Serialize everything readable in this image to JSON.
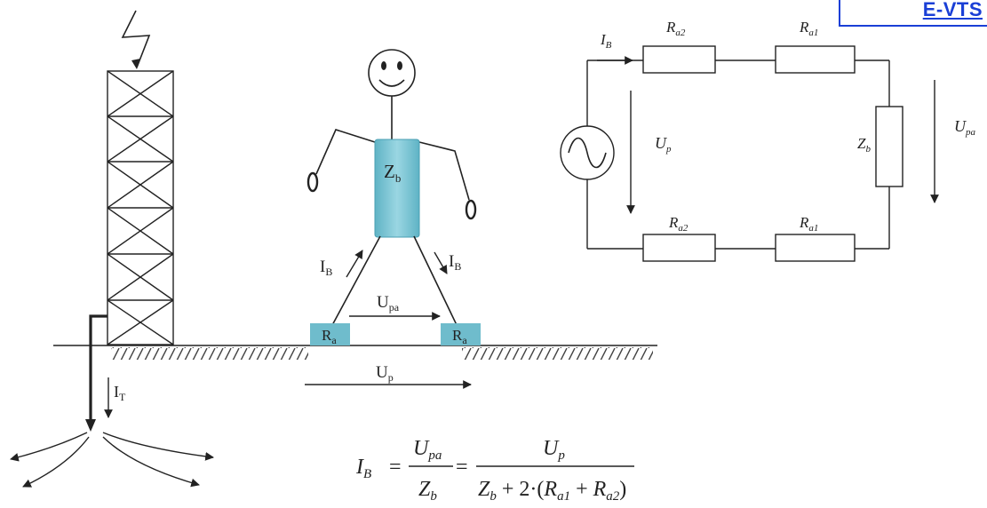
{
  "logo": {
    "text": "E-VTS"
  },
  "figure": {
    "body_impedance": "Z",
    "body_impedance_sub": "b",
    "current_left": "I",
    "current_left_sub": "B",
    "current_right": "I",
    "current_right_sub": "B",
    "step_voltage": "U",
    "step_voltage_sub": "pa",
    "foot_left": "R",
    "foot_left_sub": "a",
    "foot_right": "R",
    "foot_right_sub": "a",
    "ground_voltage": "U",
    "ground_voltage_sub": "p",
    "earth_current": "I",
    "earth_current_sub": "T"
  },
  "circuit": {
    "source_current": "I",
    "source_current_sub": "B",
    "r_top_left": "R",
    "r_top_left_sub": "a2",
    "r_top_right": "R",
    "r_top_right_sub": "a1",
    "r_bottom_left": "R",
    "r_bottom_left_sub": "a2",
    "r_bottom_right": "R",
    "r_bottom_right_sub": "a1",
    "z_body": "Z",
    "z_body_sub": "b",
    "u_source": "U",
    "u_source_sub": "p",
    "u_body": "U",
    "u_body_sub": "pa"
  },
  "formula": {
    "lhs": "I",
    "lhs_sub": "B",
    "eq1": "=",
    "frac1_num": "U",
    "frac1_num_sub": "pa",
    "frac1_den": "Z",
    "frac1_den_sub": "b",
    "eq2": "=",
    "frac2_num": "U",
    "frac2_num_sub": "p",
    "frac2_den_a": "Z",
    "frac2_den_a_sub": "b",
    "frac2_den_b": " + 2·(",
    "frac2_den_c": "R",
    "frac2_den_c_sub": "a1",
    "frac2_den_d": " + ",
    "frac2_den_e": "R",
    "frac2_den_e_sub": "a2",
    "frac2_den_f": ")"
  },
  "colors": {
    "body_fill": "#7cc3d3",
    "foot_fill": "#6fbccc",
    "logo_blue": "#1a3fd6"
  }
}
